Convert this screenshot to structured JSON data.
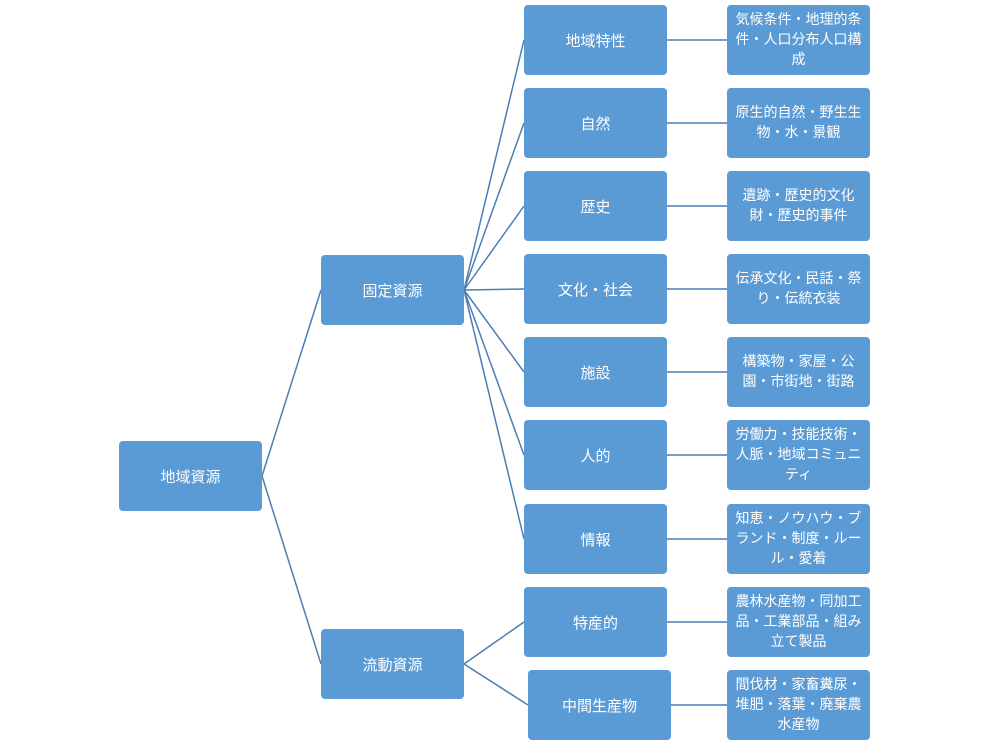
{
  "root": {
    "label": "地域資源"
  },
  "groups": [
    {
      "label": "固定資源",
      "children": [
        {
          "label": "地域特性",
          "detail": "気候条件・地理的条件・人口分布人口構成"
        },
        {
          "label": "自然",
          "detail": "原生的自然・野生生物・水・景観"
        },
        {
          "label": "歴史",
          "detail": "遺跡・歴史的文化財・歴史的事件"
        },
        {
          "label": "文化・社会",
          "detail": "伝承文化・民話・祭り・伝統衣装"
        },
        {
          "label": "施設",
          "detail": "構築物・家屋・公園・市街地・街路"
        },
        {
          "label": "人的",
          "detail": "労働力・技能技術・人脈・地域コミュニティ"
        },
        {
          "label": "情報",
          "detail": "知恵・ノウハウ・ブランド・制度・ルール・愛着"
        }
      ]
    },
    {
      "label": "流動資源",
      "children": [
        {
          "label": "特産的",
          "detail": "農林水産物・同加工品・工業部品・組み立て製品"
        },
        {
          "label": "中間生産物",
          "detail": "間伐材・家畜糞尿・堆肥・落葉・廃棄農水産物"
        }
      ]
    }
  ],
  "colors": {
    "node": "#5b9bd5",
    "line": "#4a7fb5",
    "text": "#ffffff"
  }
}
